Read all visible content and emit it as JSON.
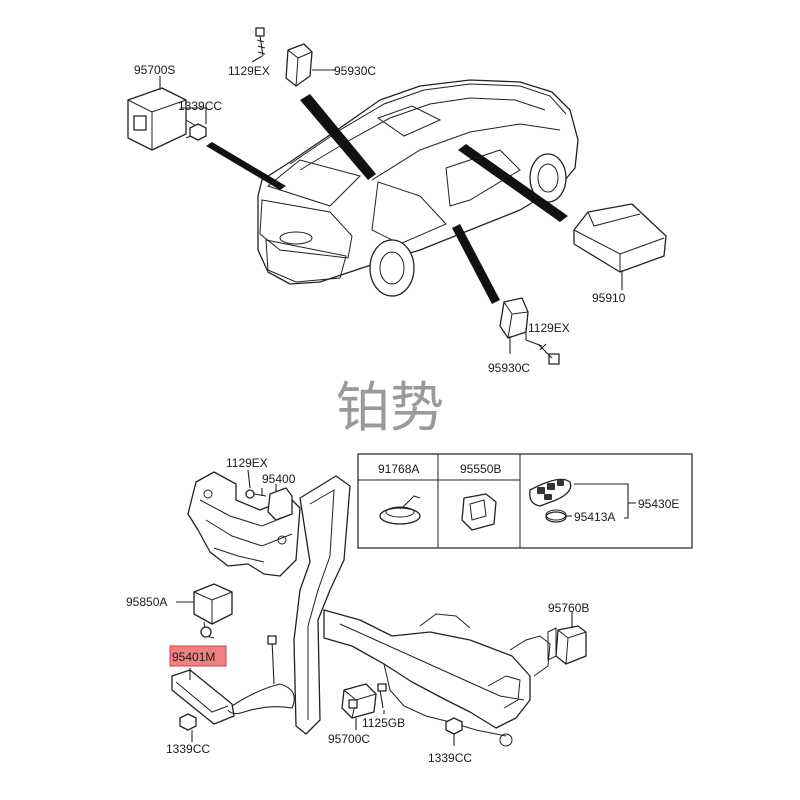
{
  "watermark": "铂势",
  "highlight_color": "#f08080",
  "labels": {
    "p95700S": "95700S",
    "p1339CC_top": "1339CC",
    "p1129EX_top": "1129EX",
    "p95930C_top": "95930C",
    "p95910": "95910",
    "p1129EX_mid": "1129EX",
    "p95930C_mid": "95930C",
    "p1129EX_low": "1129EX",
    "p95400": "95400",
    "p95850A": "95850A",
    "p95401M": "95401M",
    "p1339CC_left": "1339CC",
    "p1125GB": "1125GB",
    "p95700C": "95700C",
    "p1339CC_bottom": "1339CC",
    "p95760B": "95760B"
  },
  "inset": {
    "p91768A": "91768A",
    "p95550B": "95550B",
    "p95430E": "95430E",
    "p95413A": "95413A"
  }
}
